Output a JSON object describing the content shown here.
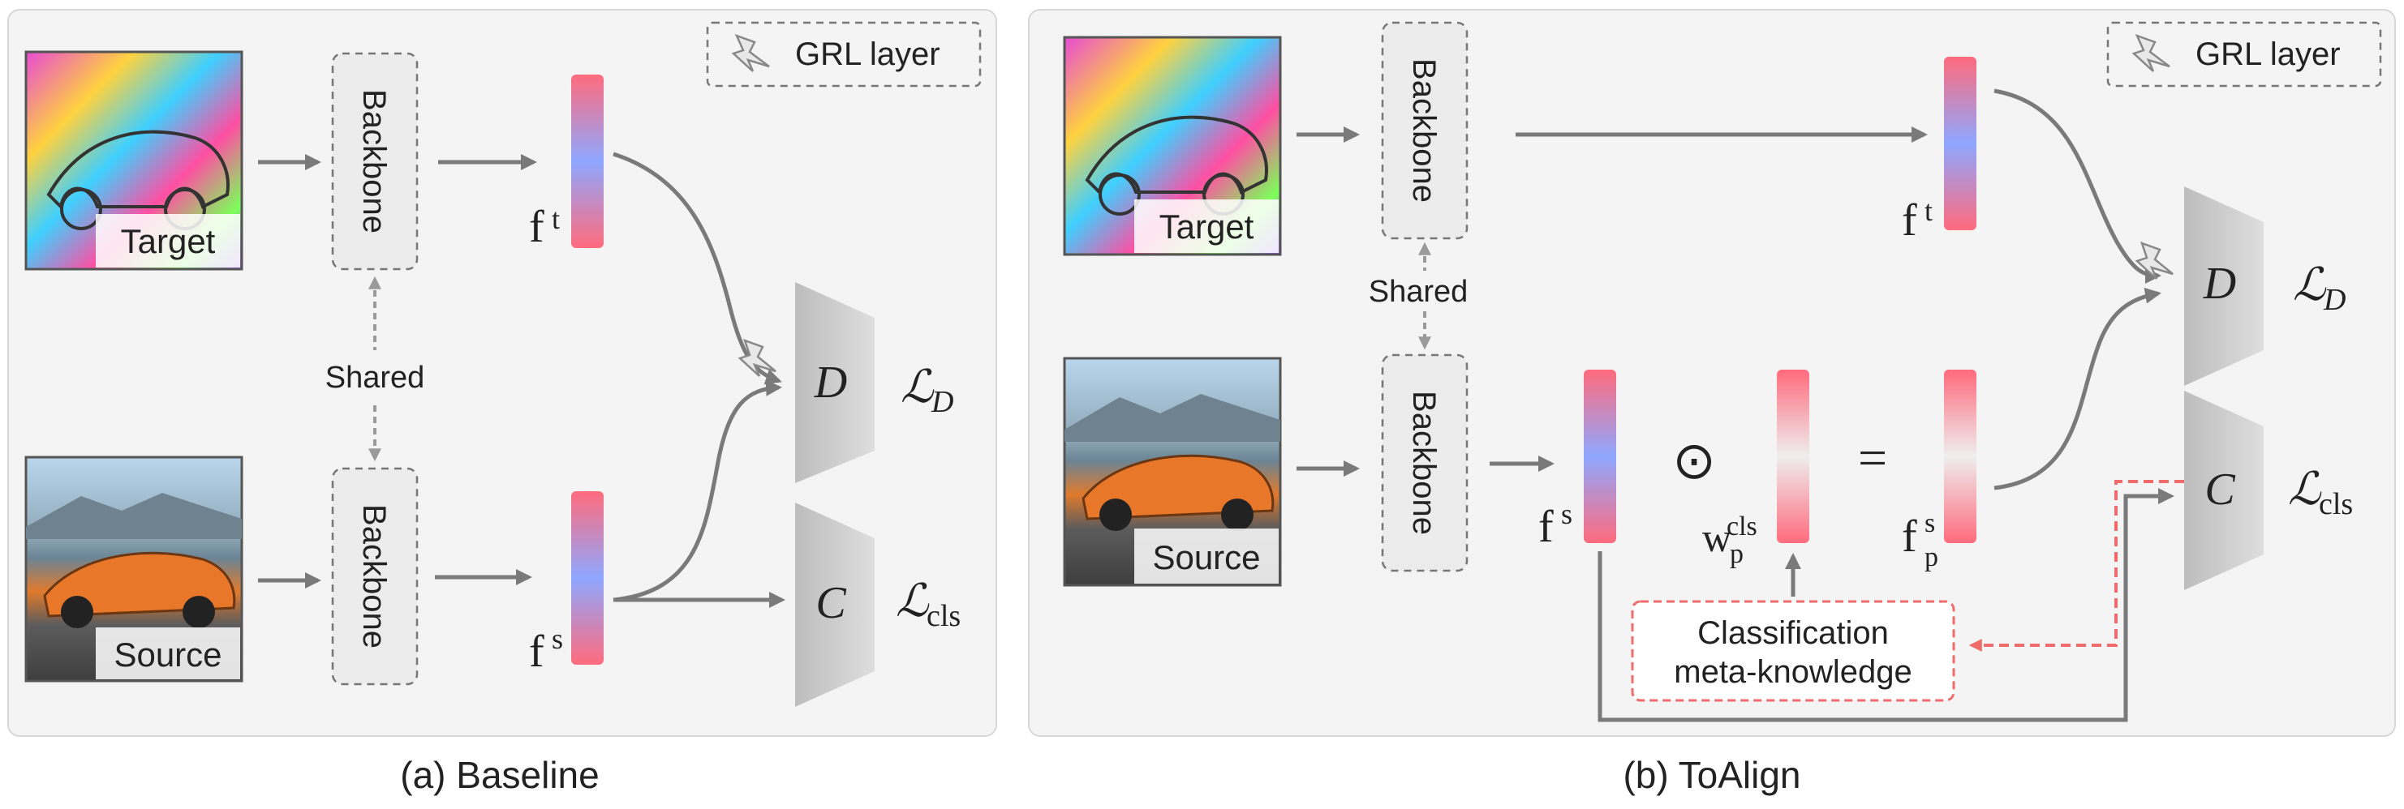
{
  "colors": {
    "feature_top": "#ff6b7d",
    "feature_mid": "#8fa7ff",
    "feature_bottom": "#ff6b7d",
    "meta_border": "#f06b6b",
    "panel": "#f4f4f4"
  },
  "baseline": {
    "grl_label": "GRL layer",
    "target_label": "Target",
    "source_label": "Source",
    "backbone_top": "Backbone",
    "backbone_bottom": "Backbone",
    "shared": "Shared",
    "ft": "f",
    "ft_sup": "t",
    "fs": "f",
    "fs_sup": "s",
    "disc": "D",
    "cls": "C",
    "loss_d_main": "ℒ",
    "loss_d_sub": "D",
    "loss_cls_main": "ℒ",
    "loss_cls_sub": "cls",
    "caption": "(a) Baseline"
  },
  "toalign": {
    "grl_label": "GRL layer",
    "target_label": "Target",
    "source_label": "Source",
    "backbone_top": "Backbone",
    "backbone_bottom": "Backbone",
    "shared": "Shared",
    "ft": "f",
    "ft_sup": "t",
    "fs": "f",
    "fs_sup": "s",
    "odot": "⊙",
    "equals": "=",
    "w": "w",
    "w_sub": "p",
    "w_sup": "cls",
    "fp": "f",
    "fp_sub": "p",
    "fp_sup": "s",
    "disc": "D",
    "cls": "C",
    "loss_d_main": "ℒ",
    "loss_d_sub": "D",
    "loss_cls_main": "ℒ",
    "loss_cls_sub": "cls",
    "meta_line1": "Classification",
    "meta_line2": "meta-knowledge",
    "caption": "(b) ToAlign"
  },
  "icons": [
    "lightning-icon"
  ]
}
